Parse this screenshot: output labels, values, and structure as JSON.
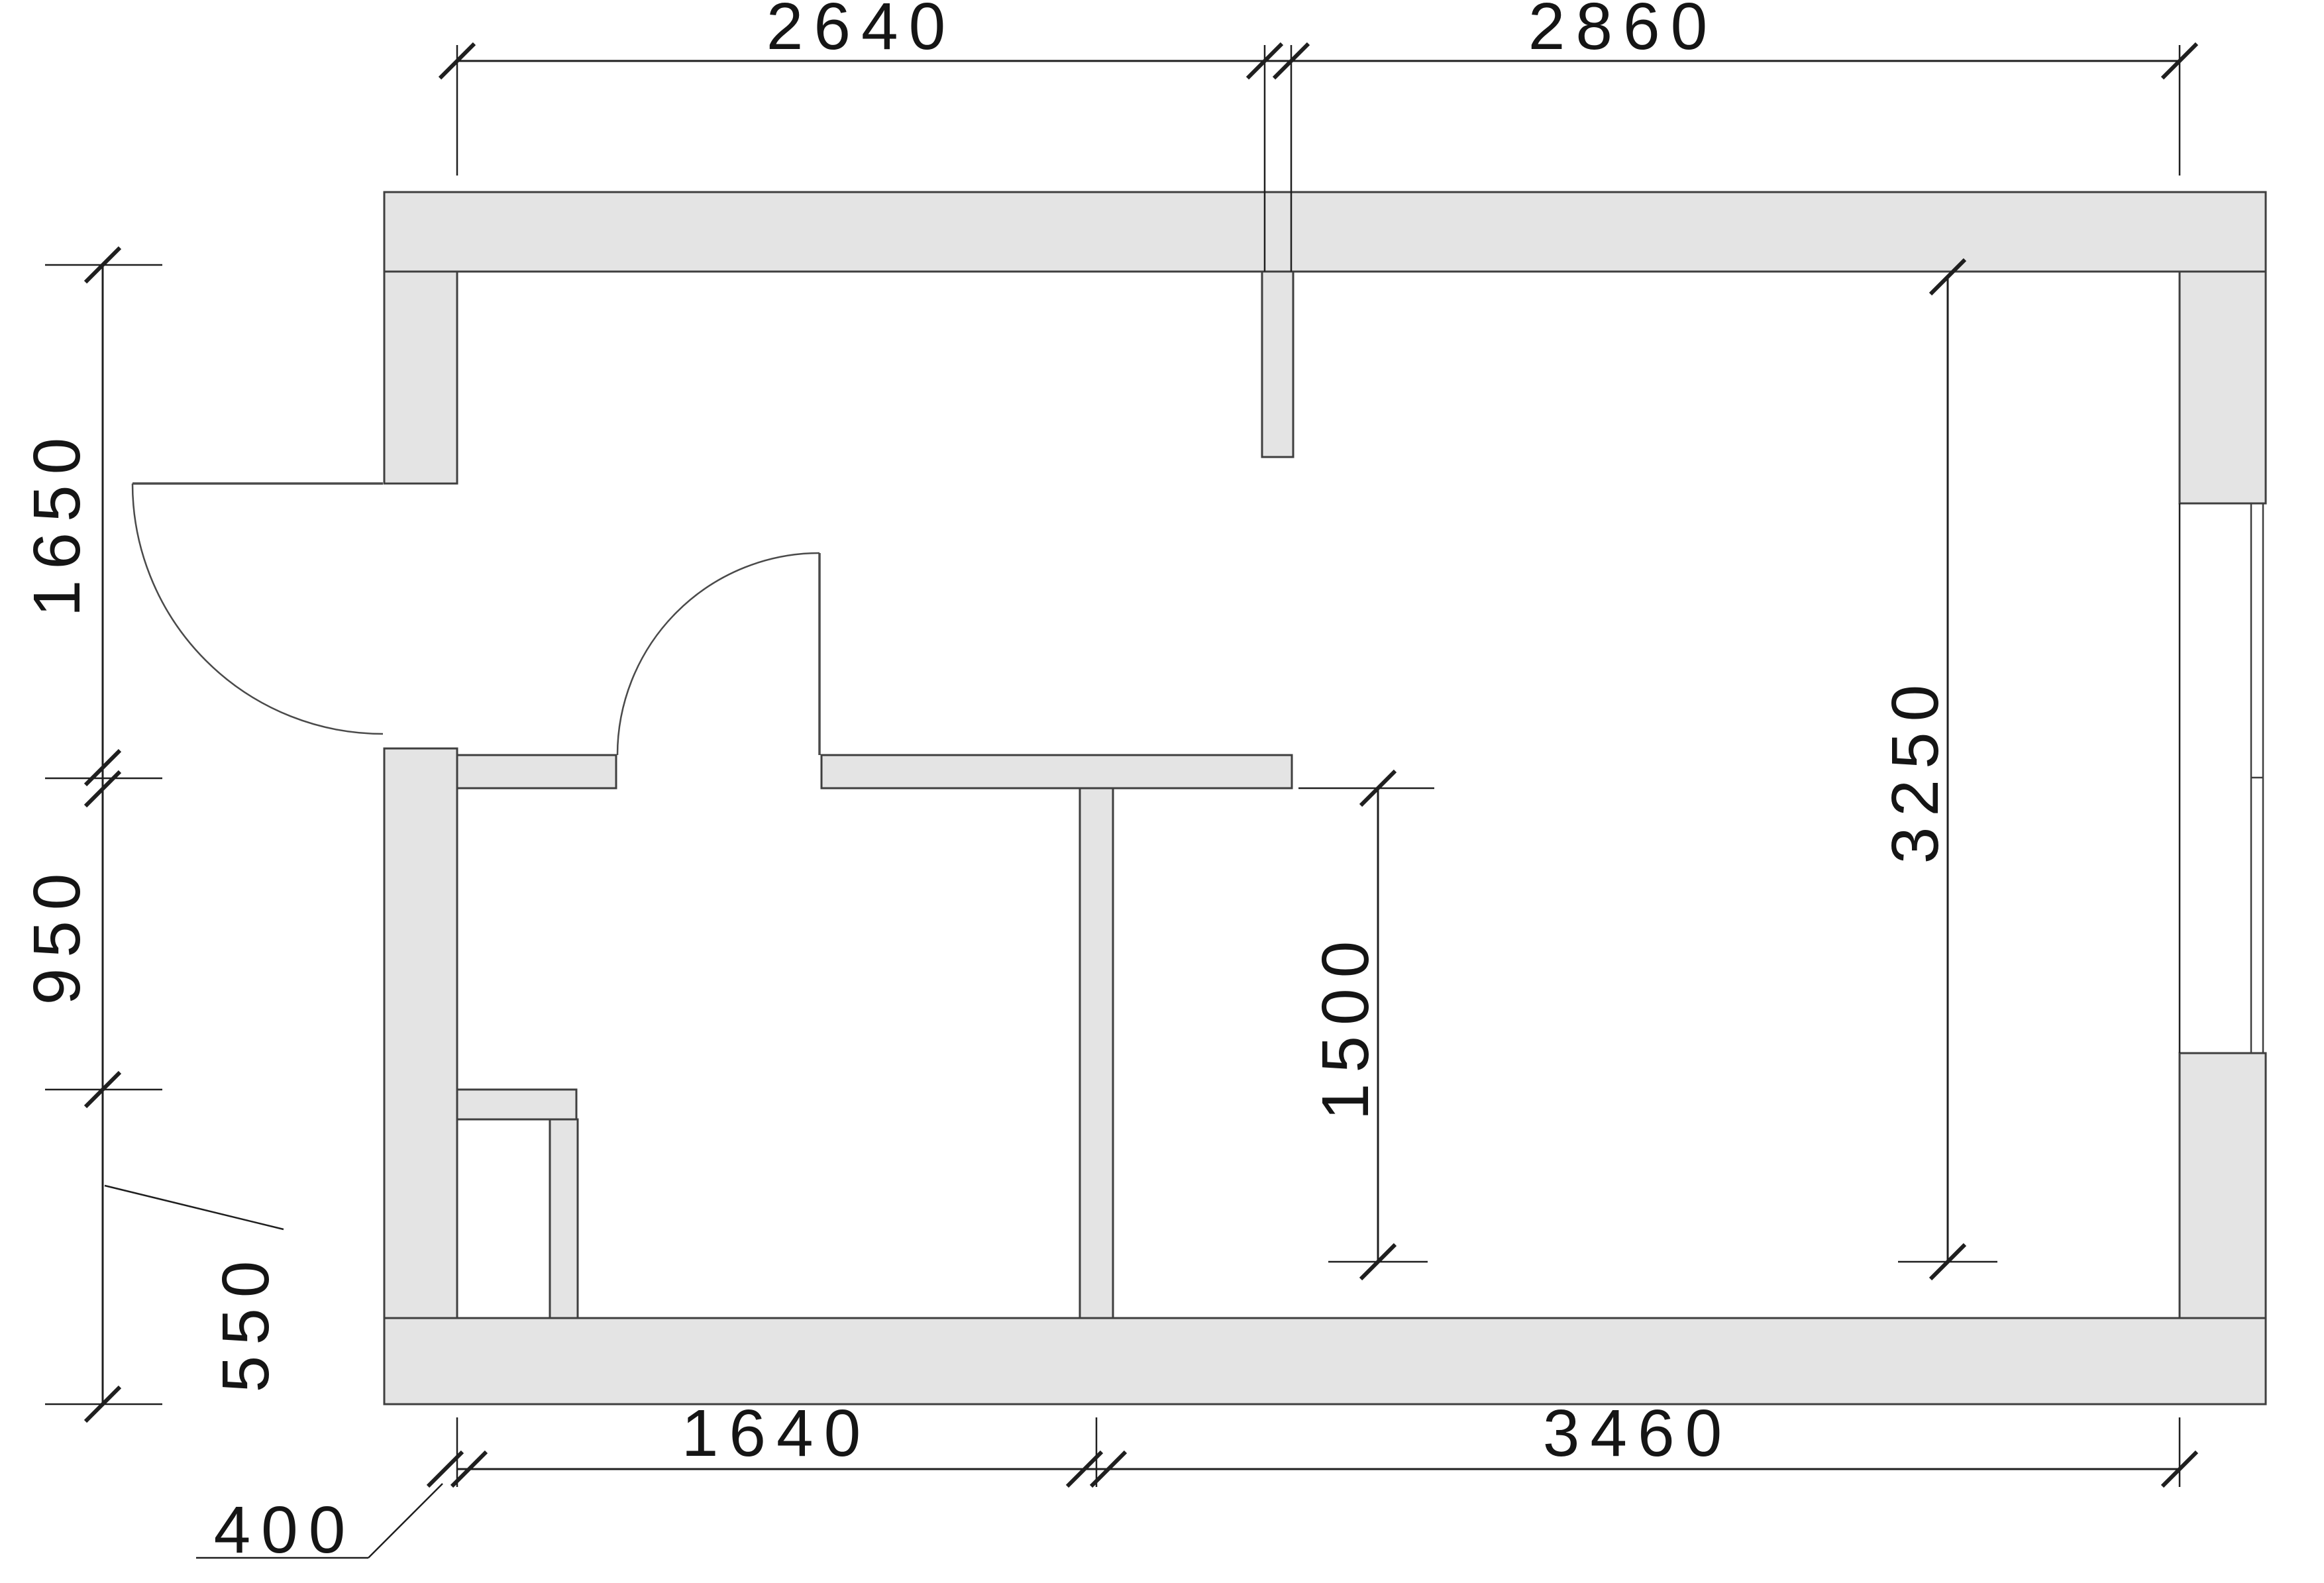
{
  "drawing": {
    "kind": "architectural floor plan with dimension chains"
  },
  "dims": {
    "top_left_span": "2640",
    "top_right_span": "2860",
    "left_upper": "1650",
    "left_middle": "950",
    "left_lower": "550",
    "bottom_offset": "400",
    "bottom_left_span": "1640",
    "bottom_right_span": "3460",
    "room_depth": "3250",
    "partition_offset": "1500"
  },
  "colors": {
    "background": "#ffffff",
    "wall_fill": "#e4e4e4",
    "wall_stroke": "#3f3f3f",
    "line": "#1f1f1f",
    "text": "#151515"
  }
}
